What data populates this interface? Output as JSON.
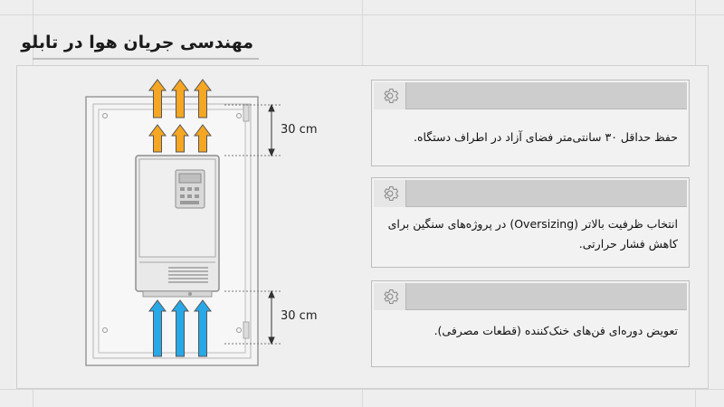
{
  "title": "مهندسی جریان هوا در تابلو",
  "diagram": {
    "top_clearance_label": "30 cm",
    "bottom_clearance_label": "30 cm",
    "hot_air_color": "#f5a623",
    "cool_air_color": "#29a8e8"
  },
  "cards": [
    {
      "icon": "gear-icon",
      "text": "حفظ حداقل ۳۰ سانتی‌متر فضای آزاد در اطراف دستگاه."
    },
    {
      "icon": "gear-icon",
      "text": "انتخاب ظرفیت بالاتر (Oversizing) در پروژه‌های سنگین برای کاهش فشار حرارتی."
    },
    {
      "icon": "gear-icon",
      "text": "تعویض دوره‌ای فن‌های خنک‌کننده (قطعات مصرفی)."
    }
  ]
}
